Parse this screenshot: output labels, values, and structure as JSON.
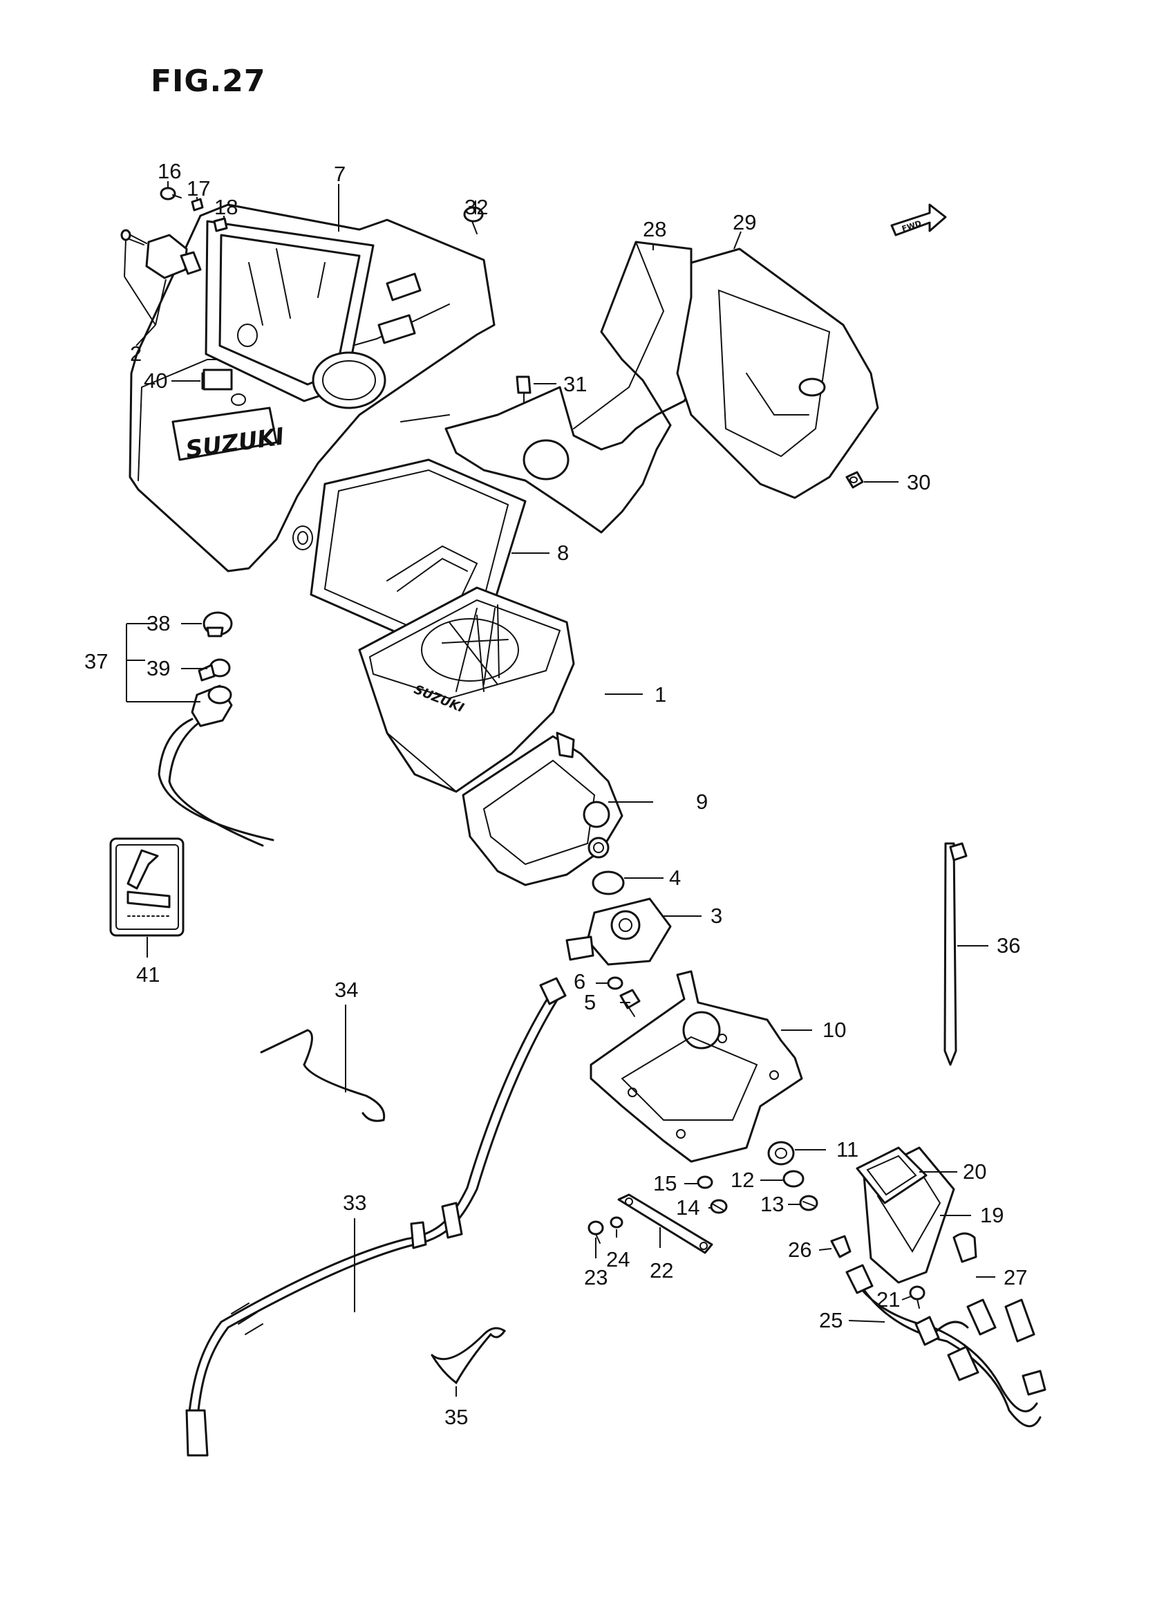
{
  "figure": {
    "title": "FIG.27"
  },
  "badges": {
    "fwd": "FWD",
    "brand_housing": "SUZUKI",
    "brand_meter": "SUZUKI"
  },
  "callouts": [
    "1",
    "2",
    "3",
    "4",
    "5",
    "6",
    "7",
    "8",
    "9",
    "10",
    "11",
    "12",
    "13",
    "14",
    "15",
    "16",
    "17",
    "18",
    "19",
    "20",
    "21",
    "22",
    "23",
    "24",
    "25",
    "26",
    "27",
    "28",
    "29",
    "30",
    "31",
    "32",
    "33",
    "34",
    "35",
    "36",
    "37",
    "38",
    "39",
    "40",
    "41"
  ]
}
